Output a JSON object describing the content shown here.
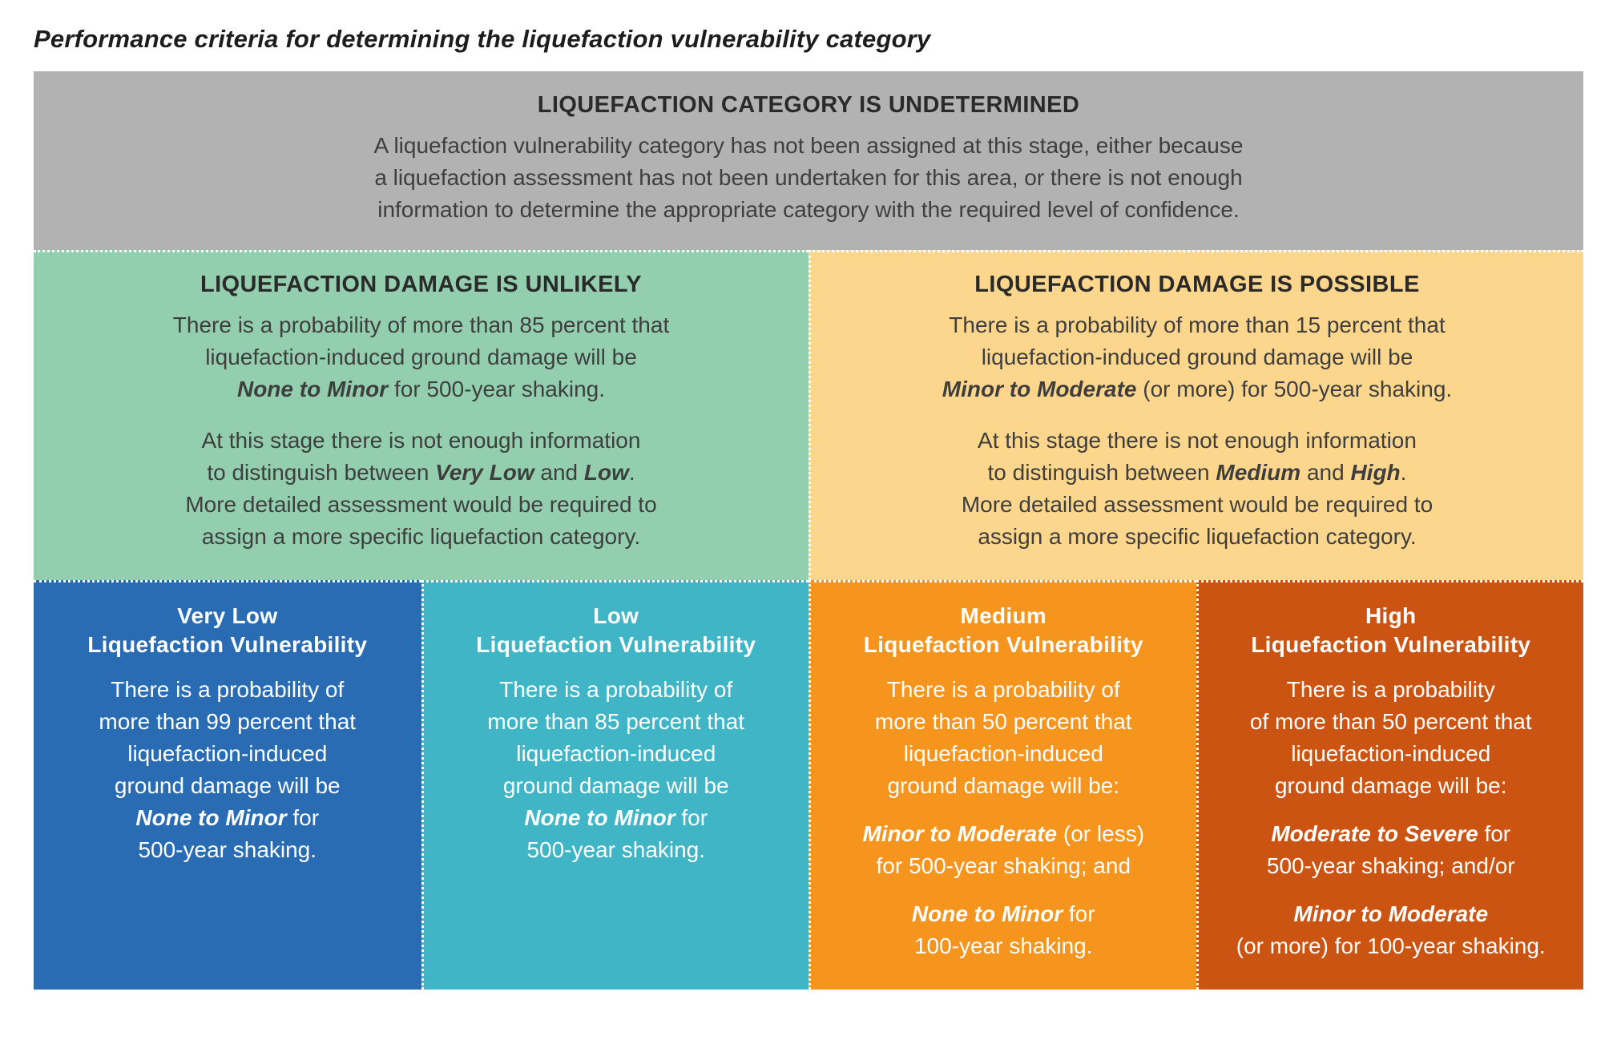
{
  "page": {
    "title": "Performance criteria for determining the liquefaction vulnerability category"
  },
  "colors": {
    "undetermined_gray": "#b2b2b2",
    "unlikely_green": "#93cfae",
    "possible_yellow": "#fcd68c",
    "very_low_blue": "#2a6cb3",
    "low_teal": "#3fb5c6",
    "medium_orange": "#f6951e",
    "high_dark_orange": "#cb5413",
    "dark_text": "#3e3e3e",
    "light_text": "#ffffff"
  },
  "undetermined": {
    "heading": "LIQUEFACTION CATEGORY IS UNDETERMINED",
    "body": [
      {
        "t": "A liquefaction vulnerability category has not been assigned at this stage, either because"
      },
      {
        "br": true
      },
      {
        "t": "a liquefaction assessment has not been undertaken for this area, or there is not enough"
      },
      {
        "br": true
      },
      {
        "t": "information to determine the appropriate category with the required level of confidence."
      }
    ]
  },
  "unlikely": {
    "heading": "LIQUEFACTION DAMAGE IS UNLIKELY",
    "p1": [
      {
        "t": "There is a probability of more than 85 percent that"
      },
      {
        "br": true
      },
      {
        "t": "liquefaction-induced ground damage will be"
      },
      {
        "br": true
      },
      {
        "t": "None to Minor",
        "em": true
      },
      {
        "t": " for 500-year shaking."
      }
    ],
    "p2": [
      {
        "t": "At this stage there is not enough information"
      },
      {
        "br": true
      },
      {
        "t": "to distinguish between "
      },
      {
        "t": "Very Low",
        "em": true
      },
      {
        "t": " and "
      },
      {
        "t": "Low",
        "em": true
      },
      {
        "t": "."
      },
      {
        "br": true
      },
      {
        "t": "More detailed assessment would be required to"
      },
      {
        "br": true
      },
      {
        "t": "assign a more specific liquefaction category."
      }
    ]
  },
  "possible": {
    "heading": "LIQUEFACTION DAMAGE IS POSSIBLE",
    "p1": [
      {
        "t": "There is a probability of more than 15 percent that"
      },
      {
        "br": true
      },
      {
        "t": "liquefaction-induced ground damage will be"
      },
      {
        "br": true
      },
      {
        "t": "Minor to Moderate",
        "em": true
      },
      {
        "t": " (or more) for 500-year shaking."
      }
    ],
    "p2": [
      {
        "t": "At this stage there is not enough information"
      },
      {
        "br": true
      },
      {
        "t": "to distinguish between "
      },
      {
        "t": "Medium",
        "em": true
      },
      {
        "t": " and "
      },
      {
        "t": "High",
        "em": true
      },
      {
        "t": "."
      },
      {
        "br": true
      },
      {
        "t": "More detailed assessment would be required to"
      },
      {
        "br": true
      },
      {
        "t": "assign a more specific liquefaction category."
      }
    ]
  },
  "categories": [
    {
      "title": "Very Low",
      "subtitle": "Liquefaction Vulnerability",
      "p1": [
        {
          "t": "There is a probability of"
        },
        {
          "br": true
        },
        {
          "t": "more than 99 percent that"
        },
        {
          "br": true
        },
        {
          "t": "liquefaction-induced"
        },
        {
          "br": true
        },
        {
          "t": "ground damage will be"
        },
        {
          "br": true
        },
        {
          "t": "None to Minor",
          "em": true
        },
        {
          "t": " for"
        },
        {
          "br": true
        },
        {
          "t": "500-year shaking."
        }
      ]
    },
    {
      "title": "Low",
      "subtitle": "Liquefaction Vulnerability",
      "p1": [
        {
          "t": "There is a probability of"
        },
        {
          "br": true
        },
        {
          "t": "more than 85 percent that"
        },
        {
          "br": true
        },
        {
          "t": "liquefaction-induced"
        },
        {
          "br": true
        },
        {
          "t": "ground damage will be"
        },
        {
          "br": true
        },
        {
          "t": "None to Minor",
          "em": true
        },
        {
          "t": " for"
        },
        {
          "br": true
        },
        {
          "t": "500-year shaking."
        }
      ]
    },
    {
      "title": "Medium",
      "subtitle": "Liquefaction Vulnerability",
      "p1": [
        {
          "t": "There is a probability of"
        },
        {
          "br": true
        },
        {
          "t": "more than 50 percent that"
        },
        {
          "br": true
        },
        {
          "t": "liquefaction-induced"
        },
        {
          "br": true
        },
        {
          "t": "ground damage will be:"
        }
      ],
      "p2": [
        {
          "t": "Minor to Moderate",
          "em": true
        },
        {
          "t": " (or less)"
        },
        {
          "br": true
        },
        {
          "t": "for 500-year shaking; and"
        }
      ],
      "p3": [
        {
          "t": "None to Minor",
          "em": true
        },
        {
          "t": " for"
        },
        {
          "br": true
        },
        {
          "t": "100-year shaking."
        }
      ]
    },
    {
      "title": "High",
      "subtitle": "Liquefaction Vulnerability",
      "p1": [
        {
          "t": "There is a probability"
        },
        {
          "br": true
        },
        {
          "t": "of more than 50 percent that"
        },
        {
          "br": true
        },
        {
          "t": "liquefaction-induced"
        },
        {
          "br": true
        },
        {
          "t": "ground damage will be:"
        }
      ],
      "p2": [
        {
          "t": "Moderate to Severe",
          "em": true
        },
        {
          "t": " for"
        },
        {
          "br": true
        },
        {
          "t": "500-year shaking; and/or"
        }
      ],
      "p3": [
        {
          "t": "Minor to Moderate",
          "em": true
        },
        {
          "br": true
        },
        {
          "t": "(or more) for 100-year shaking."
        }
      ]
    }
  ]
}
